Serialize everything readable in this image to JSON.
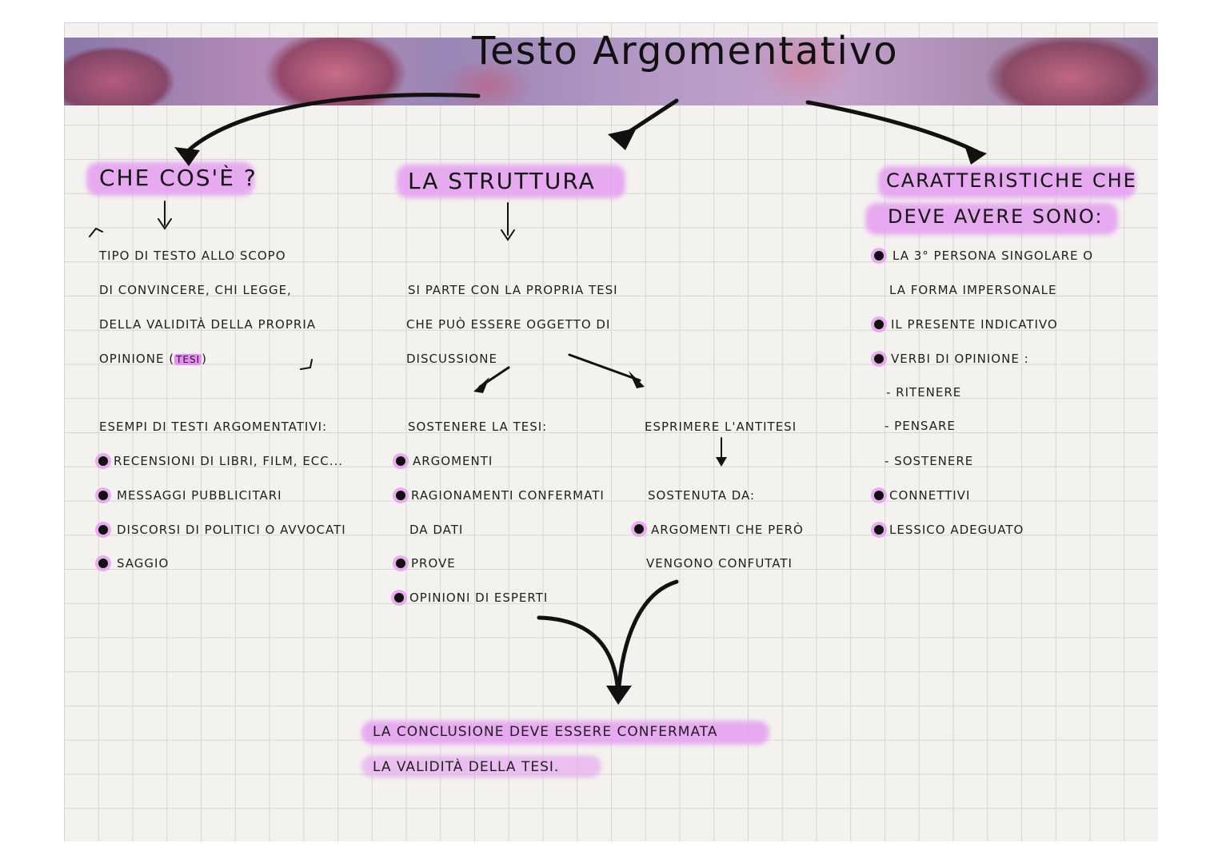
{
  "title": "Testo Argomentativo",
  "col1": {
    "heading": "Che cos'è ?",
    "definition": [
      "Tipo di testo allo scopo",
      "di convincere, chi legge,",
      "della validità della propria",
      "opinione"
    ],
    "definition_highlight": "tesi",
    "examples_heading": "Esempi di testi argomentativi:",
    "examples": [
      "Recensioni di libri, film, ecc...",
      "Messaggi pubblicitari",
      "Discorsi di politici o avvocati",
      "Saggio"
    ]
  },
  "col2": {
    "heading": "La struttura",
    "intro": [
      "Si parte con la propria tesi",
      "che può essere oggetto di",
      "discussione"
    ],
    "left": {
      "heading": "Sostenere la tesi:",
      "items": [
        "Argomenti",
        "Ragionamenti confermati",
        "da dati",
        "Prove",
        "Opinioni di esperti"
      ]
    },
    "right": {
      "heading": "Esprimere l'antitesi",
      "sub_heading": "Sostenuta da:",
      "items": [
        "Argomenti che però",
        "vengono confutati"
      ]
    },
    "conclusion": [
      "La conclusione deve essere confermata",
      "la validità della tesi."
    ]
  },
  "col3": {
    "heading_line1": "Caratteristiche che",
    "heading_line2": "deve avere sono:",
    "items": [
      "La 3° persona singolare o",
      "la forma impersonale",
      "Il presente indicativo",
      "Verbi di opinione :",
      "- ritenere",
      "- pensare",
      "- sostenere",
      "Connettivi",
      "Lessico adeguato"
    ]
  },
  "colors": {
    "highlight": "#e59ef2",
    "ink": "#111111",
    "grid": "#d6d6d4"
  }
}
